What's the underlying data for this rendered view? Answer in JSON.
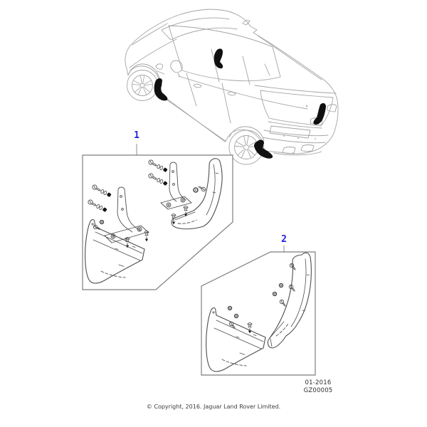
{
  "callouts": {
    "kit1": "1",
    "kit2": "2"
  },
  "part_reference": {
    "date_code": "01-2016",
    "drawing_number": "GZ00005"
  },
  "footer": {
    "copyright": "© Copyright, 2016. Jaguar Land Rover Limited."
  },
  "colors": {
    "callout_blue": "#2222dd",
    "vehicle_line": "#a4a4a4",
    "kit_line": "#4e4e4e",
    "box_border": "#7e7e7e",
    "black_fill": "#101010",
    "text": "#2f2f2f"
  }
}
